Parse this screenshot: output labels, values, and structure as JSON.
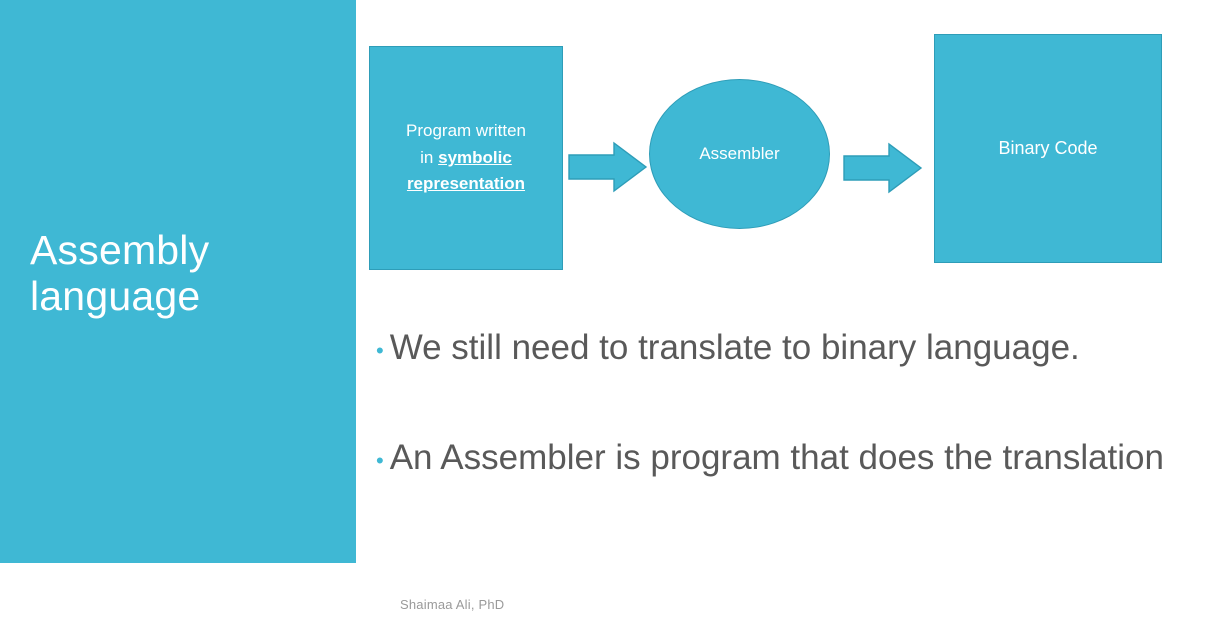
{
  "slide": {
    "title": "Assembly\nlanguage",
    "accent_color": "#3FB8D4",
    "shape_outline_color": "#2E9DB8",
    "body_text_color": "#595959",
    "background_color": "#FFFFFF",
    "footer_credit": "Shaimaa Ali, PhD"
  },
  "diagram": {
    "type": "flow",
    "source_box": {
      "line1": "Program written",
      "line2_prefix": "in ",
      "line2_emphasis": "symbolic",
      "line3_emphasis": "representation"
    },
    "process_circle": {
      "label": "Assembler"
    },
    "target_box": {
      "label": "Binary Code"
    },
    "arrow_1_label": "",
    "arrow_2_label": ""
  },
  "bullets": [
    {
      "bullet_glyph": "•",
      "text": "We still need to translate to binary language."
    },
    {
      "bullet_glyph": "•",
      "text": "An Assembler is program that does the translation"
    }
  ]
}
